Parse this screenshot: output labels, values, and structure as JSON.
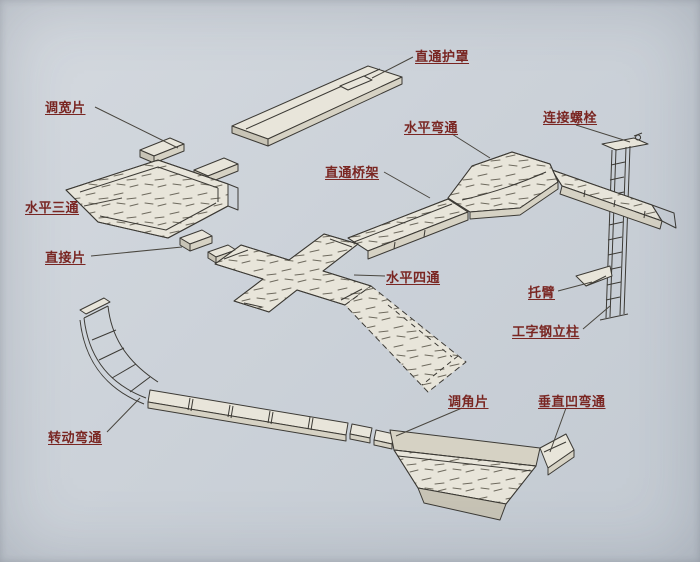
{
  "diagram": {
    "labels": {
      "cover": "直通护罩",
      "width_adjust": "调宽片",
      "horizontal_bend": "水平弯通",
      "connecting_bolt": "连接螺栓",
      "straight_tray": "直通桥架",
      "horizontal_tee": "水平三通",
      "direct_piece": "直接片",
      "horizontal_cross": "水平四通",
      "bracket_arm": "托臂",
      "i_beam_column": "工字钢立柱",
      "angle_adjust": "调角片",
      "vertical_concave_bend": "垂直凹弯通",
      "rotating_bend": "转动弯通"
    },
    "colors": {
      "label_text": "#7a2622",
      "ink": "#3c3a35",
      "paper": "#ccd2d9",
      "tray_face": "#e8e5da",
      "tray_side": "#d6d2c4"
    }
  }
}
